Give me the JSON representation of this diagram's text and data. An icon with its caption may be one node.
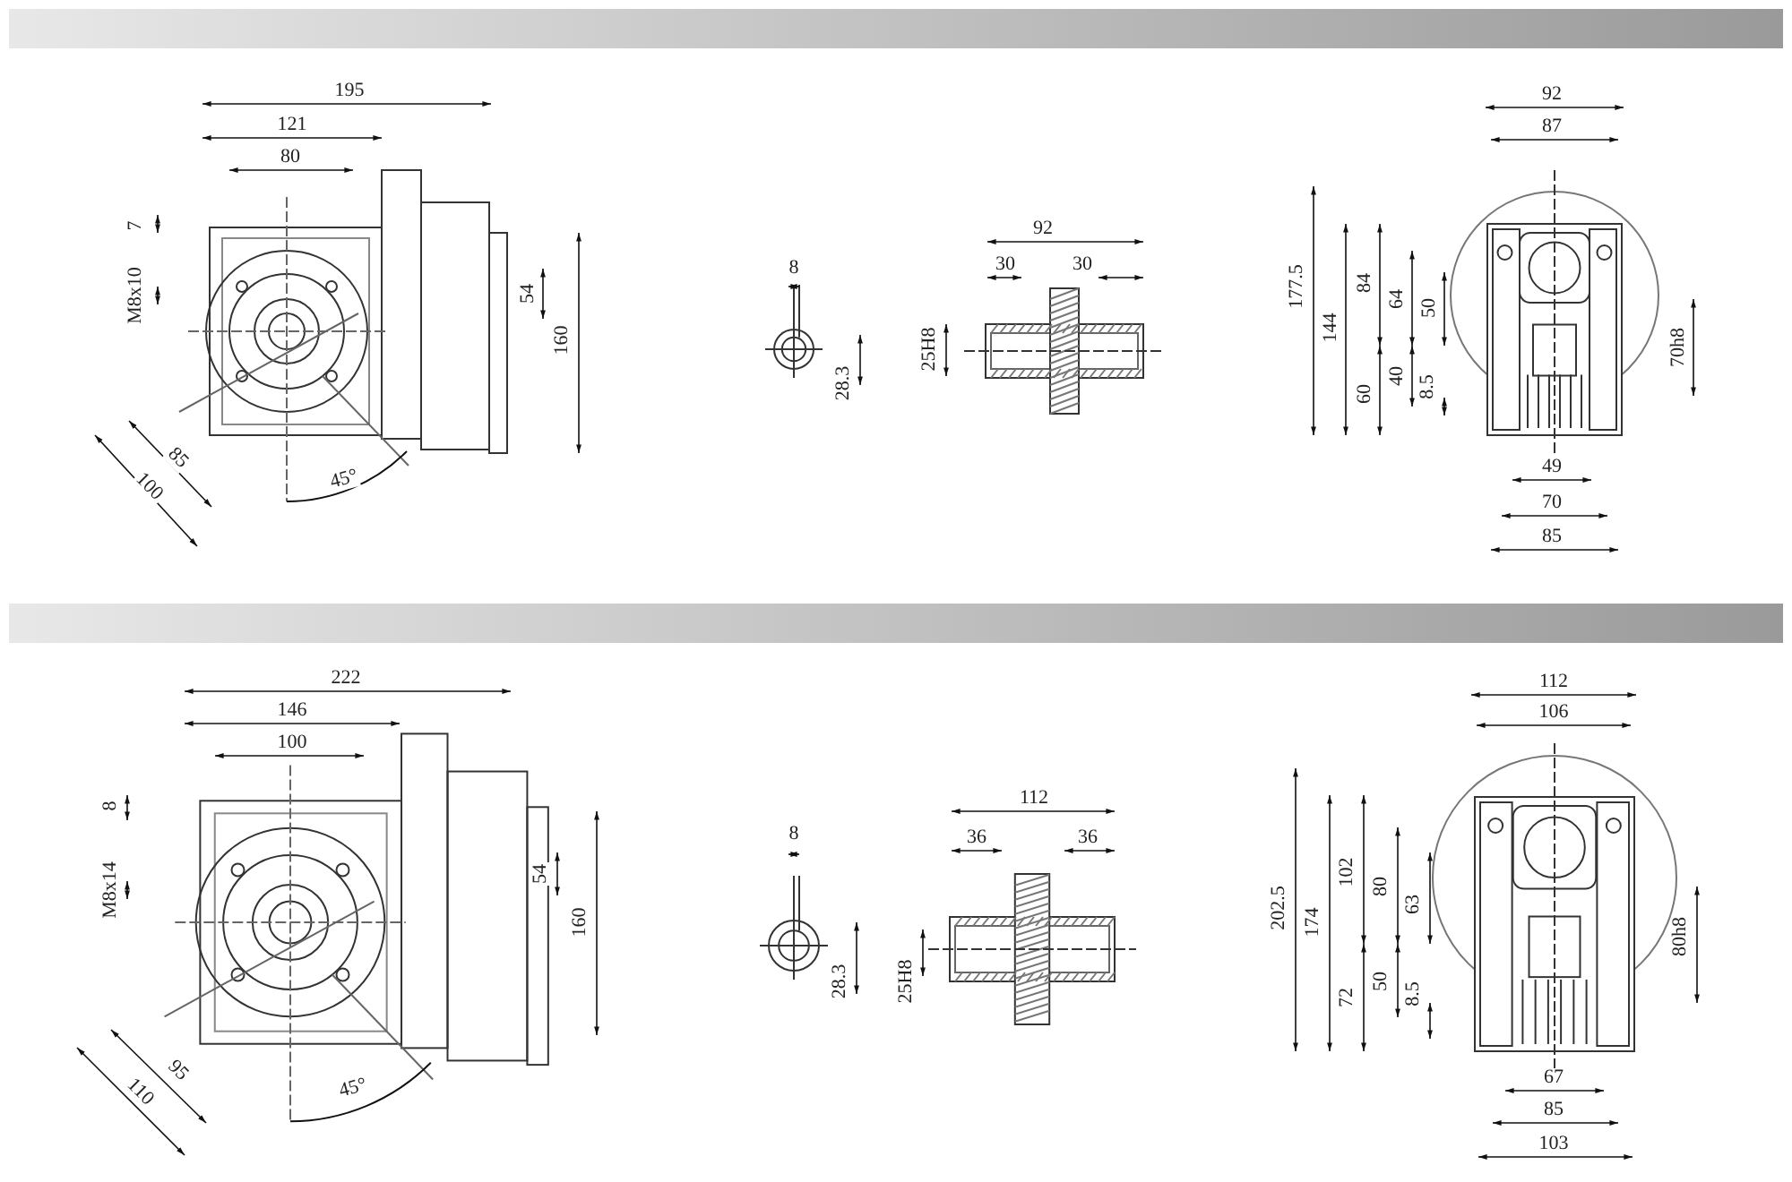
{
  "diagram": {
    "nodes": [
      {
        "text": [],
        "shape": "bar"
      },
      {
        "text": [],
        "shape": "bar"
      }
    ],
    "labels": [
      "195",
      "121",
      "80",
      "7",
      "M8x10",
      "54",
      "160",
      "85",
      "100",
      "45°",
      "8",
      "28.3",
      "92",
      "30",
      "30",
      "25H8",
      "92",
      "87",
      "177.5",
      "144",
      "84",
      "64",
      "50",
      "60",
      "40",
      "8.5",
      "70h8",
      "49",
      "70",
      "85",
      "222",
      "146",
      "100",
      "8",
      "M8x14",
      "54",
      "160",
      "95",
      "110",
      "45°",
      "8",
      "28.3",
      "112",
      "36",
      "36",
      "25H8",
      "112",
      "106",
      "202.5",
      "174",
      "102",
      "80",
      "63",
      "72",
      "50",
      "8.5",
      "80h8",
      "67",
      "85",
      "103"
    ]
  }
}
